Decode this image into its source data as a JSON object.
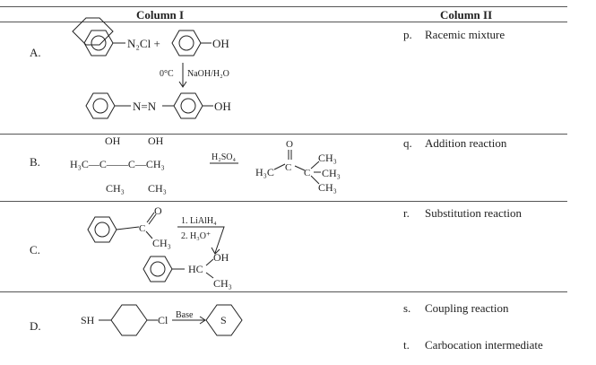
{
  "header": {
    "col1": "Column I",
    "col2": "Column II"
  },
  "rows": [
    {
      "letter": "A.",
      "col2_key": "p.",
      "col2_text": "Racemic mixture",
      "chem": {
        "reactant1": "N₂Cl +",
        "reactant2": "OH",
        "cond_left": "0°C",
        "cond_right": "NaOH/H₂O",
        "azo": "N=N",
        "product_oh": "OH"
      }
    },
    {
      "letter": "B.",
      "col2_key": "q.",
      "col2_text": "Addition reaction",
      "chem": {
        "oh1": "OH",
        "oh2": "OH",
        "chain": "H₃C—C——C—CH₃",
        "ch3a": "CH₃",
        "ch3b": "CH₃",
        "reagent": "H₂SO₄",
        "o": "O",
        "h3c": "H₃C",
        "c1": "C",
        "c2": "C",
        "p_ch3a": "CH₃",
        "p_ch3b": "CH₃",
        "p_ch3c": "CH₃"
      }
    },
    {
      "letter": "C.",
      "col2_key": "r.",
      "col2_text": "Substitution reaction",
      "chem": {
        "o": "O",
        "c": "C",
        "ch3": "CH₃",
        "step1": "1. LiAlH₄",
        "step2": "2. H₃O⁺",
        "hc": "HC",
        "oh": "OH",
        "ch3p": "CH₃"
      }
    },
    {
      "letter": "D.",
      "col2_key": "s.",
      "col2_text": "Coupling reaction",
      "chem": {
        "sh": "SH",
        "cl": "Cl",
        "reagent": "Base",
        "s": "S"
      }
    }
  ],
  "extra": {
    "key": "t.",
    "text": "Carbocation intermediate"
  }
}
